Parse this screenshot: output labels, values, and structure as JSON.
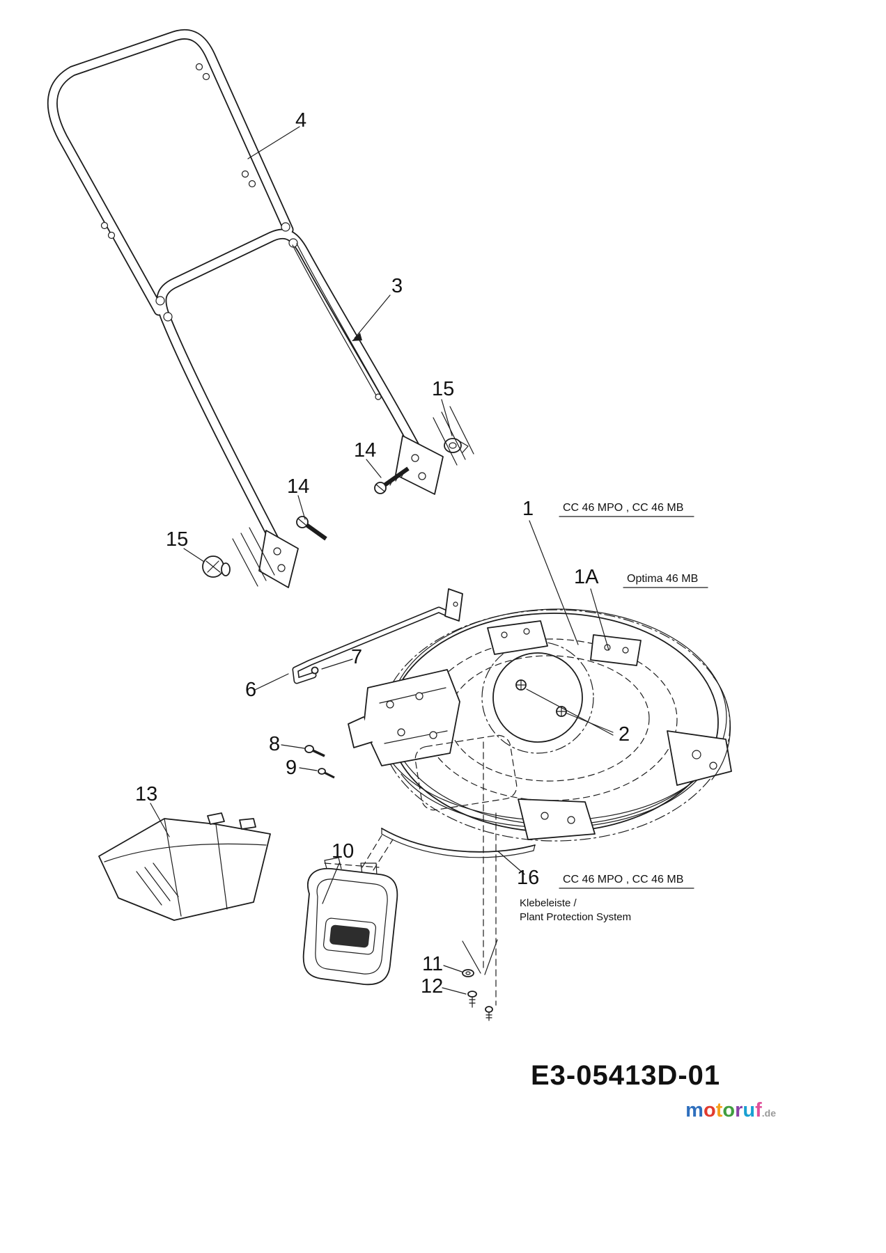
{
  "diagram": {
    "drawing_number": "E3-05413D-01",
    "callouts": {
      "c4": "4",
      "c3": "3",
      "c15_top": "15",
      "c14_top": "14",
      "c14_left": "14",
      "c15_left": "15",
      "c1": "1",
      "c1a": "1A",
      "c7": "7",
      "c6": "6",
      "c2": "2",
      "c8": "8",
      "c9": "9",
      "c13": "13",
      "c10": "10",
      "c16": "16",
      "c11": "11",
      "c12": "12"
    },
    "annotations": {
      "models_part1": "CC 46 MPO ,  CC 46 MB",
      "models_part1a": "Optima 46 MB",
      "models_part16": "CC 46 MPO ,  CC 46 MB",
      "note_part16_line1": "Klebeleiste /",
      "note_part16_line2": "Plant Protection System"
    },
    "line_color": "#1c1c1c"
  },
  "watermark": {
    "letters": {
      "l1": "m",
      "l2": "o",
      "l3": "t",
      "l4": "o",
      "l5": "r",
      "l6": "u",
      "l7": "f"
    },
    "suffix": ".de",
    "letter_colors": [
      "#2e6fbd",
      "#e23b2e",
      "#f4a01c",
      "#3f9e3f",
      "#8a42a8",
      "#19a0d2",
      "#e0509a"
    ],
    "suffix_color": "#9a9a9a"
  }
}
